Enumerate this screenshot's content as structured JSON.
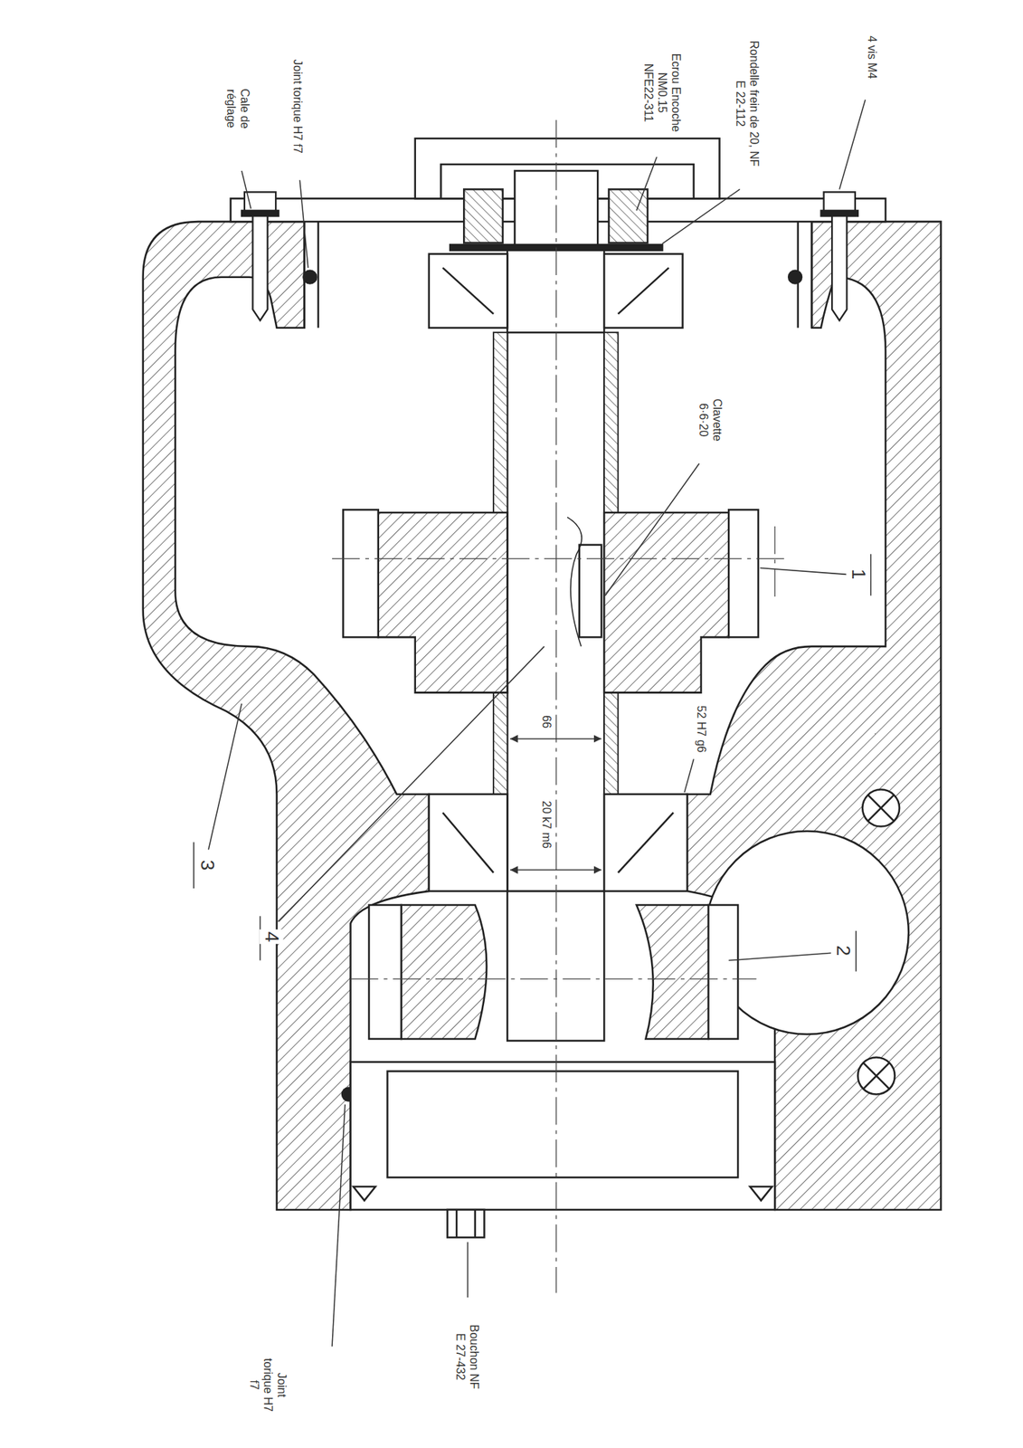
{
  "diagram": {
    "labels": [
      "Cale de réglage",
      "Joint torique H7 f7",
      "Ecrou Encoche NM0.15 NFE22-311",
      "Rondelle frein de 20, NF E 22-112",
      "4 vis M4",
      "Clavette 6·6·20",
      "1",
      "52 H7 g6",
      "66",
      "20 k7 m6",
      "2",
      "3",
      "4",
      "Bouchon NF E 27-432",
      "Joint torique H7 f7"
    ]
  }
}
